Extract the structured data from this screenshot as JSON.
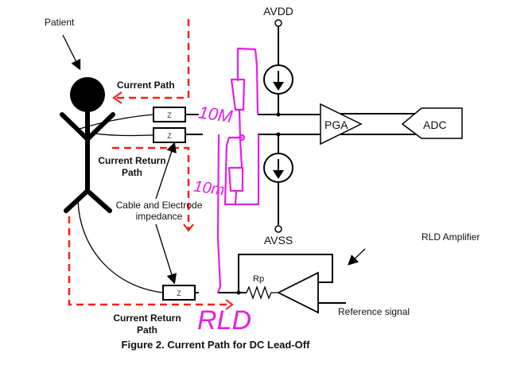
{
  "labels": {
    "patient": "Patient",
    "current_path": "Current Path",
    "current_return_path_top_1": "Current Return",
    "current_return_path_top_2": "Path",
    "cable_impedance_1": "Cable and Electrode",
    "cable_impedance_2": "impedance",
    "current_return_path_bottom_1": "Current Return",
    "current_return_path_bottom_2": "Path",
    "avdd": "AVDD",
    "avss": "AVSS",
    "pga": "PGA",
    "adc": "ADC",
    "rld_amplifier": "RLD Amplifier",
    "rp": "Rp",
    "reference_signal": "Reference signal",
    "impedance_z": "Z",
    "caption": "Figure 2. Current Path for DC Lead-Off"
  },
  "annotations": {
    "resistor_top": "10M",
    "resistor_bottom": "10m",
    "rld": "RLD"
  },
  "colors": {
    "current_path": "#ff1a1a",
    "handwriting": "#e61ee6",
    "circuit": "#000000"
  }
}
